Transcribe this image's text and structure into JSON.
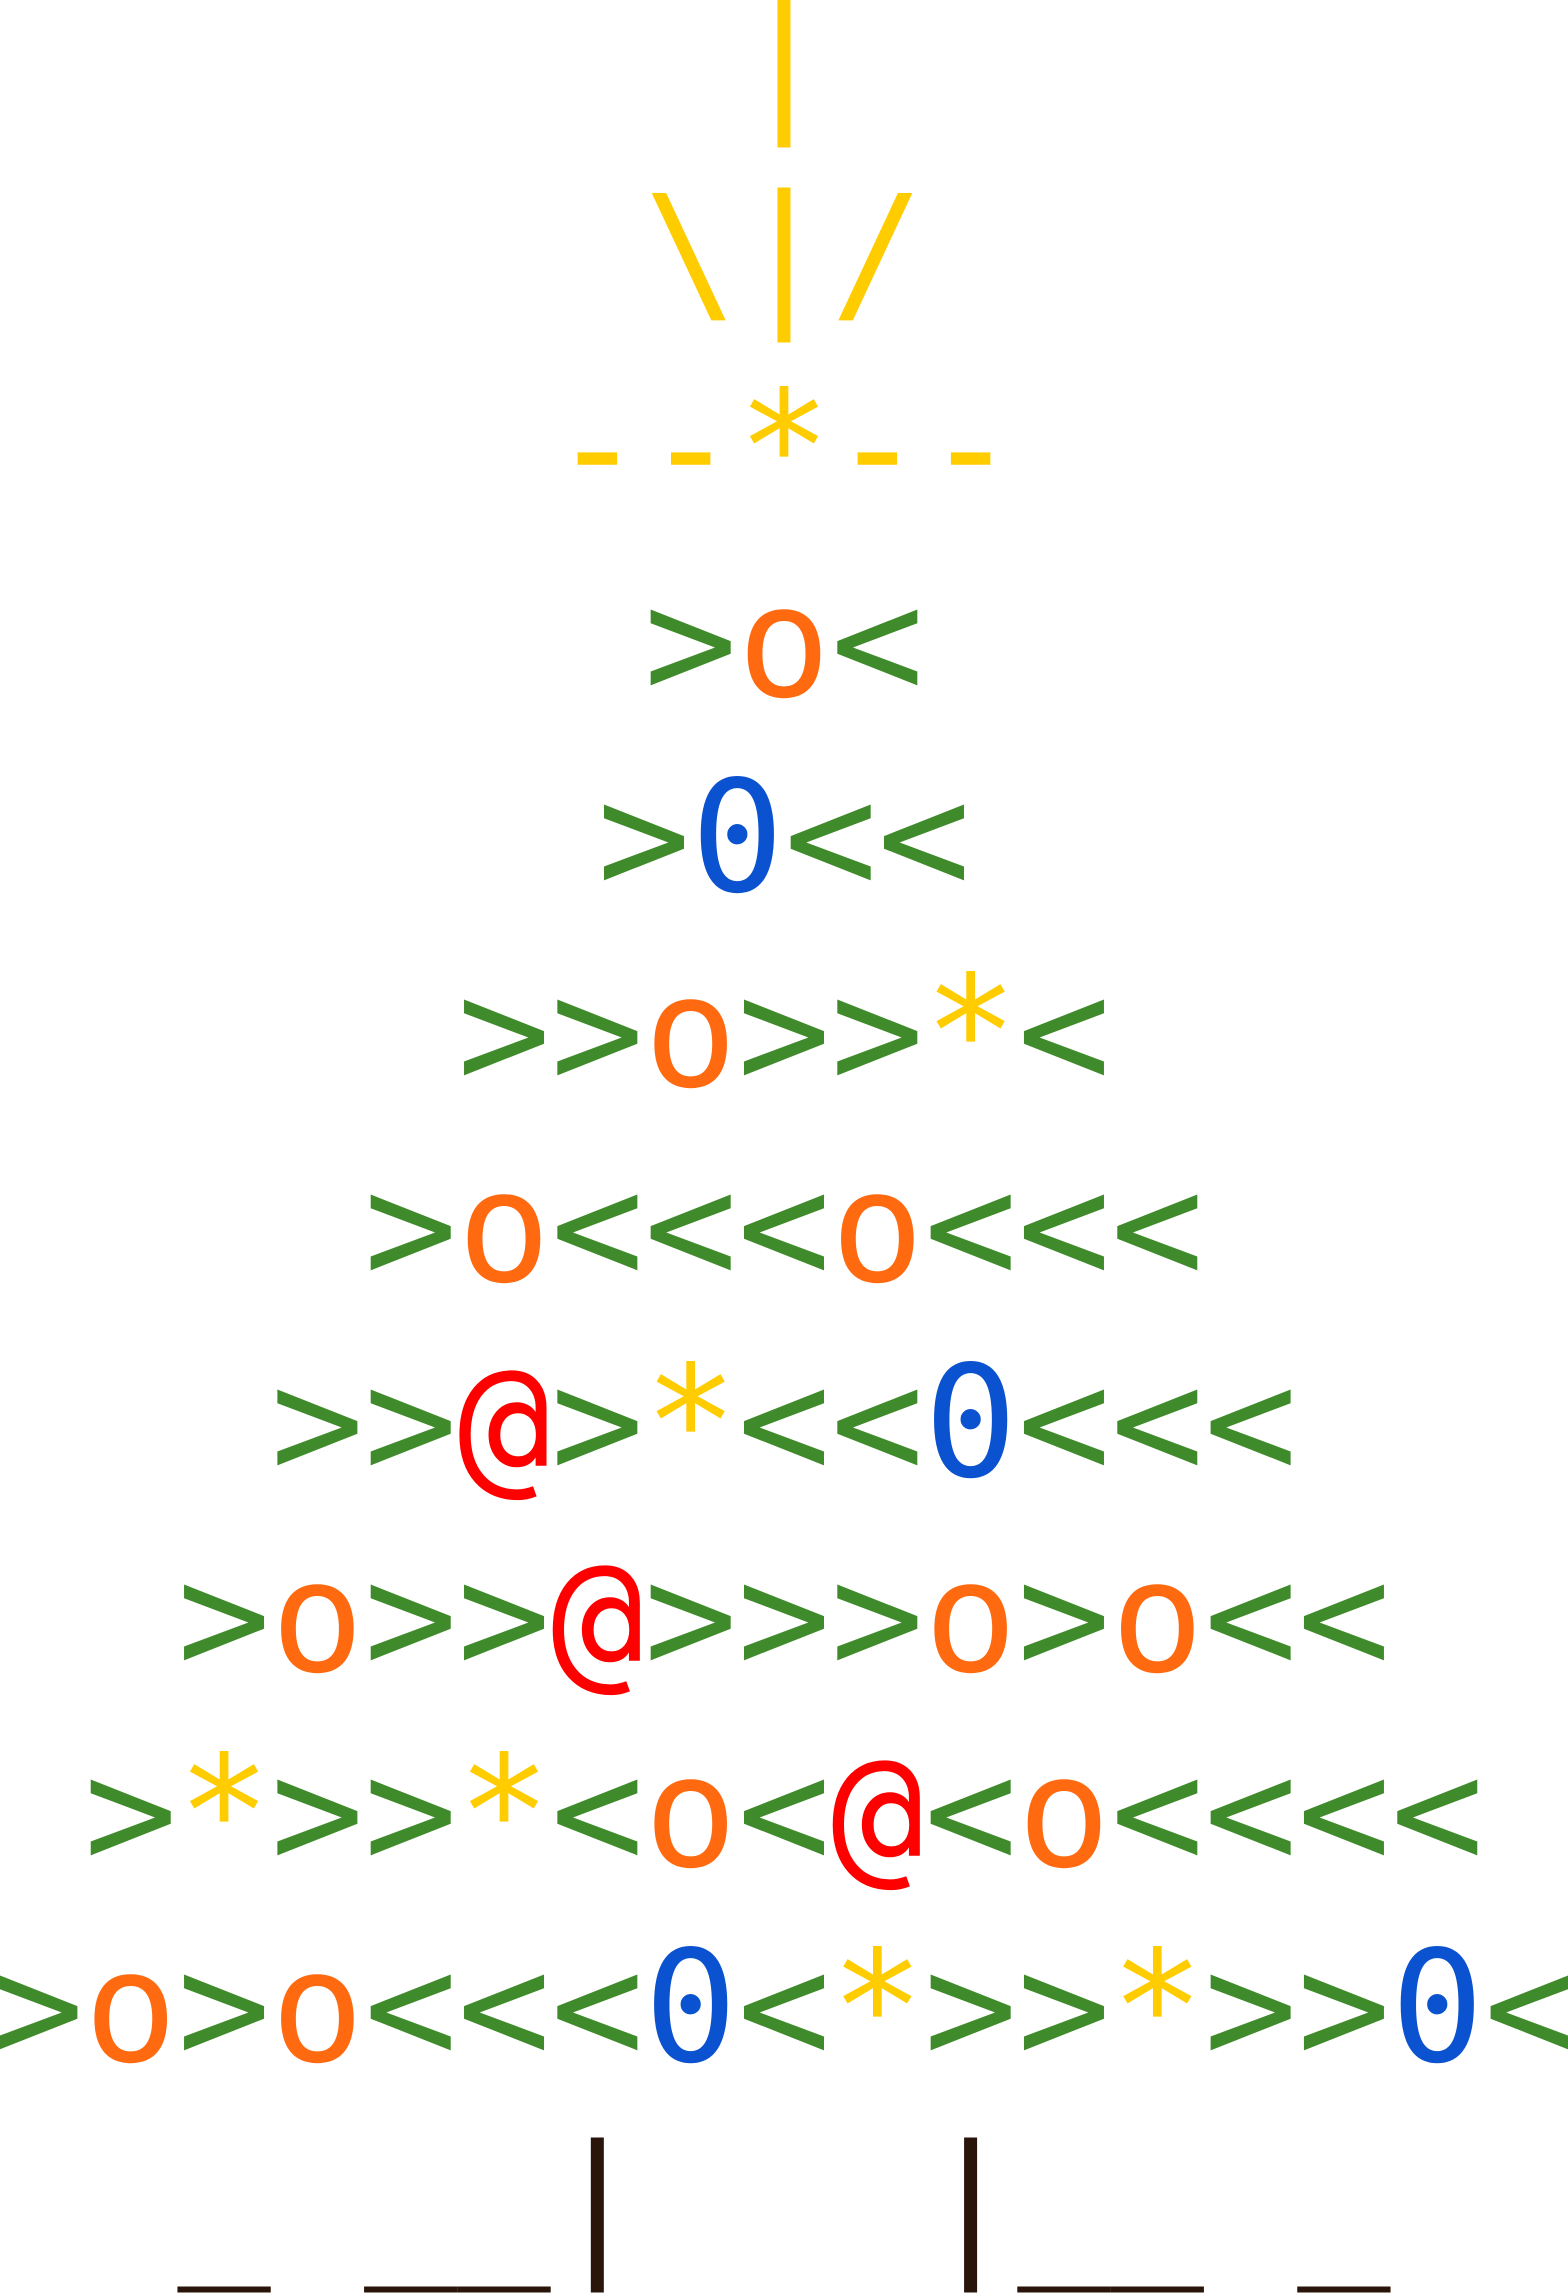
{
  "colors": {
    "green": "#3f8a2a",
    "orange": "#ff6a10",
    "blue": "#0a52cf",
    "red": "#ff0000",
    "yellow": "#ffcc00",
    "brown": "#2a150a"
  },
  "rows": [
    {
      "name": "star-top",
      "segments": [
        {
          "t": "|",
          "c": "yellow"
        }
      ]
    },
    {
      "name": "star-rays",
      "segments": [
        {
          "t": "\\|/",
          "c": "yellow"
        }
      ]
    },
    {
      "name": "star-base",
      "segments": [
        {
          "t": "--*--",
          "c": "yellow"
        }
      ]
    },
    {
      "name": "tree-row-1",
      "segments": [
        {
          "t": ">",
          "c": "green"
        },
        {
          "t": "o",
          "c": "orange"
        },
        {
          "t": "<",
          "c": "green"
        }
      ]
    },
    {
      "name": "tree-row-2",
      "segments": [
        {
          "t": ">",
          "c": "green"
        },
        {
          "t": "0",
          "c": "blue"
        },
        {
          "t": "<<",
          "c": "green"
        }
      ]
    },
    {
      "name": "tree-row-3",
      "segments": [
        {
          "t": ">>",
          "c": "green"
        },
        {
          "t": "o",
          "c": "orange"
        },
        {
          "t": ">>",
          "c": "green"
        },
        {
          "t": "*",
          "c": "yellow"
        },
        {
          "t": "<",
          "c": "green"
        }
      ]
    },
    {
      "name": "tree-row-4",
      "segments": [
        {
          "t": ">",
          "c": "green"
        },
        {
          "t": "o",
          "c": "orange"
        },
        {
          "t": "<<<",
          "c": "green"
        },
        {
          "t": "o",
          "c": "orange"
        },
        {
          "t": "<<<",
          "c": "green"
        }
      ]
    },
    {
      "name": "tree-row-5",
      "segments": [
        {
          "t": ">>",
          "c": "green"
        },
        {
          "t": "@",
          "c": "red"
        },
        {
          "t": ">",
          "c": "green"
        },
        {
          "t": "*",
          "c": "yellow"
        },
        {
          "t": "<<",
          "c": "green"
        },
        {
          "t": "0",
          "c": "blue"
        },
        {
          "t": "<<<",
          "c": "green"
        }
      ]
    },
    {
      "name": "tree-row-6",
      "segments": [
        {
          "t": ">",
          "c": "green"
        },
        {
          "t": "o",
          "c": "orange"
        },
        {
          "t": ">>",
          "c": "green"
        },
        {
          "t": "@",
          "c": "red"
        },
        {
          "t": ">>>",
          "c": "green"
        },
        {
          "t": "o",
          "c": "orange"
        },
        {
          "t": ">",
          "c": "green"
        },
        {
          "t": "o",
          "c": "orange"
        },
        {
          "t": "<<",
          "c": "green"
        }
      ]
    },
    {
      "name": "tree-row-7",
      "segments": [
        {
          "t": ">",
          "c": "green"
        },
        {
          "t": "*",
          "c": "yellow"
        },
        {
          "t": ">>",
          "c": "green"
        },
        {
          "t": "*",
          "c": "yellow"
        },
        {
          "t": "<",
          "c": "green"
        },
        {
          "t": "o",
          "c": "orange"
        },
        {
          "t": "<",
          "c": "green"
        },
        {
          "t": "@",
          "c": "red"
        },
        {
          "t": "<",
          "c": "green"
        },
        {
          "t": "o",
          "c": "orange"
        },
        {
          "t": "<<<<",
          "c": "green"
        }
      ]
    },
    {
      "name": "tree-row-8",
      "segments": [
        {
          "t": ">",
          "c": "green"
        },
        {
          "t": "o",
          "c": "orange"
        },
        {
          "t": ">",
          "c": "green"
        },
        {
          "t": "o",
          "c": "orange"
        },
        {
          "t": "<<<",
          "c": "green"
        },
        {
          "t": "0",
          "c": "blue"
        },
        {
          "t": "<",
          "c": "green"
        },
        {
          "t": "*",
          "c": "yellow"
        },
        {
          "t": ">>",
          "c": "green"
        },
        {
          "t": "*",
          "c": "yellow"
        },
        {
          "t": ">>",
          "c": "green"
        },
        {
          "t": "0",
          "c": "blue"
        },
        {
          "t": "<",
          "c": "green"
        }
      ]
    },
    {
      "name": "trunk-base",
      "segments": [
        {
          "t": "_ __|   |__ _",
          "c": "brown"
        }
      ]
    }
  ]
}
